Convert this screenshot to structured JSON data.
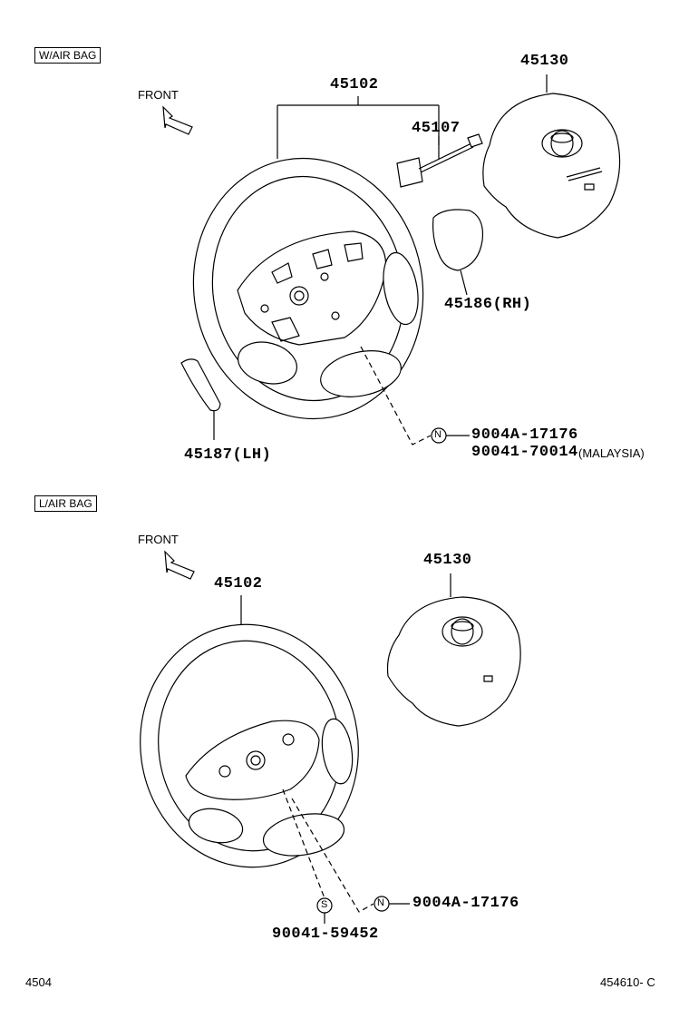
{
  "sections": [
    {
      "badge": "W/AIR BAG",
      "front_label": "FRONT",
      "parts": {
        "wheel": "45102",
        "airbag": "45130",
        "cable": "45107",
        "cover_rh": "45186(RH)",
        "cover_lh": "45187(LH)",
        "nut_symbol": "N",
        "nut_part_1": "9004A-17176",
        "nut_part_2": "90041-70014",
        "nut_part_2_note": "(MALAYSIA)"
      }
    },
    {
      "badge": "L/AIR BAG",
      "front_label": "FRONT",
      "parts": {
        "wheel": "45102",
        "airbag": "45130",
        "nut_symbol": "N",
        "nut_part": "9004A-17176",
        "screw_symbol": "S",
        "screw_part": "90041-59452"
      }
    }
  ],
  "footer": {
    "left_code": "4504",
    "right_code": "454610- C"
  }
}
